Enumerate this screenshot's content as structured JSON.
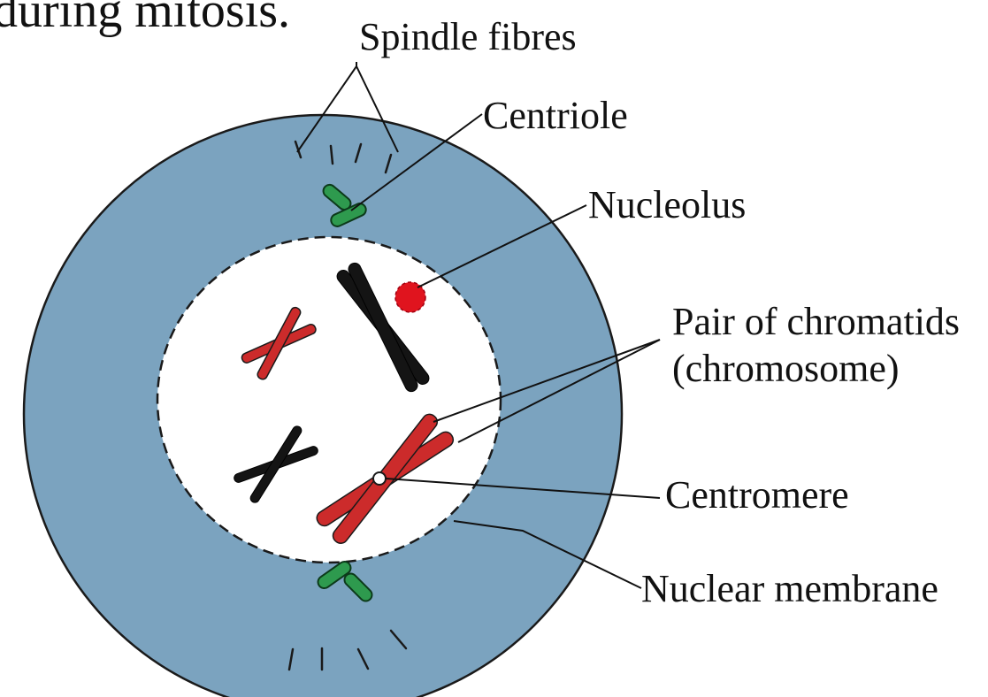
{
  "header_fragment": "during mitosis.",
  "labels": {
    "spindle_fibres": "Spindle fibres",
    "centriole": "Centriole",
    "nucleolus": "Nucleolus",
    "chromatids_line1": "Pair of chromatids",
    "chromatids_line2": "(chromosome)",
    "centromere": "Centromere",
    "nuclear_membrane": "Nuclear membrane"
  },
  "colors": {
    "cytoplasm": "#7ba3bf",
    "nucleus": "#ffffff",
    "chromosome_red": "#cc2b2b",
    "chromosome_black": "#141414",
    "centriole": "#2e9a4e",
    "nucleolus": "#e0141e"
  }
}
